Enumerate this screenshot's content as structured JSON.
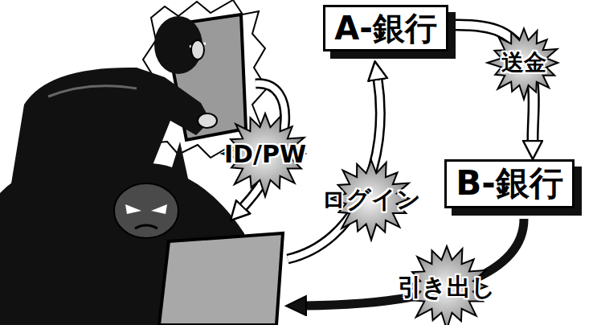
{
  "diagram": {
    "nodes": [
      {
        "text": [
          "A-銀行"
        ]
      },
      {
        "text": [
          "B-銀行"
        ]
      }
    ],
    "edges": [
      {
        "from": 0,
        "to": 1,
        "label": "送金",
        "arrow": "to"
      }
    ],
    "labels": [
      "ID/PW",
      "ログイン",
      "引き出し"
    ]
  }
}
